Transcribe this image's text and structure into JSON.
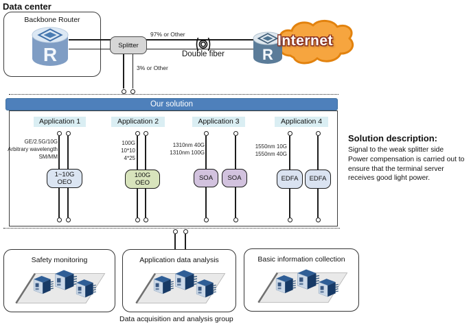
{
  "header": {
    "title": "Data center"
  },
  "top": {
    "backbone_router_label": "Backbone Router",
    "router_letter": "R",
    "splitter_label": "Splitter",
    "upper_branch_label": "97% or Other",
    "lower_branch_label": "3% or Other",
    "double_fiber_label": "Double fiber",
    "internet_label": "Internet"
  },
  "solution": {
    "banner_label": "Our solution",
    "applications": [
      {
        "label": "Application 1",
        "side_text": [
          "GE/2.5G/10G",
          "Arbitrary wavelength",
          "SM/MM"
        ],
        "components": [
          {
            "line1": "1~10G",
            "line2": "OEO"
          }
        ]
      },
      {
        "label": "Application 2",
        "side_text": [
          "100G",
          "10*10",
          "4*25"
        ],
        "components": [
          {
            "line1": "100G",
            "line2": "OEO"
          }
        ]
      },
      {
        "label": "Application 3",
        "side_text": [
          "1310nm 40G",
          "1310nm 100G"
        ],
        "components": [
          {
            "line1": "SOA"
          },
          {
            "line1": "SOA"
          }
        ]
      },
      {
        "label": "Application 4",
        "side_text": [
          "1550nm 10G",
          "1550nm 40G"
        ],
        "components": [
          {
            "line1": "EDFA"
          },
          {
            "line1": "EDFA"
          }
        ]
      }
    ]
  },
  "description": {
    "heading": "Solution description:",
    "lines": [
      "Signal to the weak splitter side",
      "Power compensation is carried out to",
      "ensure that the terminal server",
      "receives good light power."
    ]
  },
  "bottom": {
    "boxes": [
      {
        "label": "Safety monitoring"
      },
      {
        "label": "Application data analysis"
      },
      {
        "label": "Basic information collection"
      }
    ],
    "caption": "Data acquisition and analysis group"
  },
  "colors": {
    "banner": "#4e80bb",
    "app_label_bg": "#daeef3",
    "oeo1_bg": "#dbe5f2",
    "oeo2_bg": "#d8e4bc",
    "soa_bg": "#d2c2de",
    "edfa_bg": "#dae3f1",
    "splitter_bg": "#d6d6d6",
    "cloud": "#f6a53f",
    "cloud_border": "#e2820e",
    "router_body": "#7f9dc4",
    "internet_router_body": "#5b7c99"
  }
}
